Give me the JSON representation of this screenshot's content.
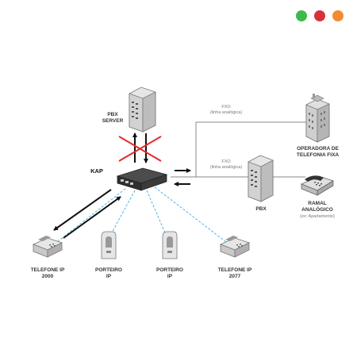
{
  "window_controls": {
    "dots": [
      {
        "name": "green-dot",
        "color": "#3dba4e"
      },
      {
        "name": "red-dot",
        "color": "#d6323a"
      },
      {
        "name": "orange-dot",
        "color": "#f28c32"
      }
    ]
  },
  "labels": {
    "pbx_server": [
      "PBX",
      "SERVER"
    ],
    "kap": "KAP",
    "fxo_top": "FXO",
    "fxo_top_sub": "(linha analógica)",
    "fxo_bottom": "FXO",
    "fxo_bottom_sub": "(linha analógica)",
    "operator": [
      "OPERADORA DE",
      "TELEFONIA FIXA"
    ],
    "pbx": "PBX",
    "ramal": [
      "RAMAL",
      "ANALÓGICO"
    ],
    "ramal_sub": "(ex: Apartamento)",
    "phone_2000": [
      "TELEFONE IP",
      "2000"
    ],
    "porteiro_1": [
      "PORTEIRO",
      "IP"
    ],
    "porteiro_2": [
      "PORTEIRO",
      "IP"
    ],
    "phone_2077": [
      "TELEFONE IP",
      "2077"
    ]
  },
  "colors": {
    "device_gray": "#6d6d6d",
    "device_light": "#d8d8d8",
    "line_gray": "#8a8a8a",
    "dashed_blue": "#4fb3e8",
    "arrow_black": "#111111",
    "cross_red": "#e52a2a"
  }
}
